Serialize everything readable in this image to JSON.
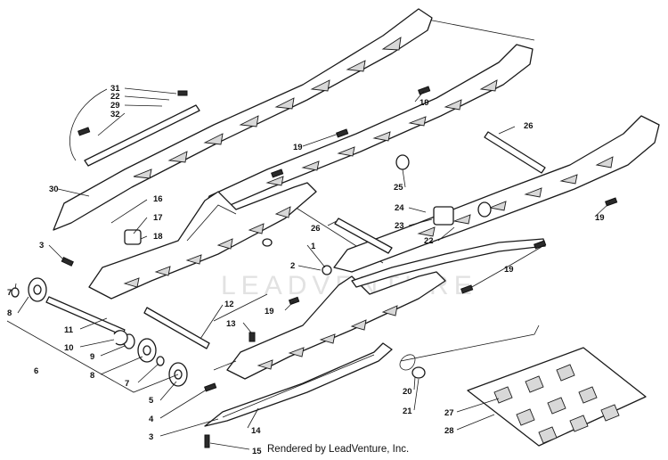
{
  "watermark": "LEADVENTURE",
  "credit": "Rendered by LeadVenture, Inc.",
  "callouts": {
    "c1": "1",
    "c2": "2",
    "c3a": "3",
    "c3b": "3",
    "c4": "4",
    "c5": "5",
    "c6": "6",
    "c7a": "7",
    "c7b": "7",
    "c8a": "8",
    "c8b": "8",
    "c9": "9",
    "c10": "10",
    "c11": "11",
    "c12": "12",
    "c13": "13",
    "c14": "14",
    "c15": "15",
    "c16": "16",
    "c17": "17",
    "c18": "18",
    "c19a": "19",
    "c19b": "19",
    "c19c": "19",
    "c19d": "19",
    "c19e": "19",
    "c20": "20",
    "c21": "21",
    "c22a": "22",
    "c22b": "22",
    "c23": "23",
    "c24": "24",
    "c25": "25",
    "c26a": "26",
    "c26b": "26",
    "c27": "27",
    "c28": "28",
    "c29": "29",
    "c30": "30",
    "c31": "31",
    "c32": "32"
  }
}
